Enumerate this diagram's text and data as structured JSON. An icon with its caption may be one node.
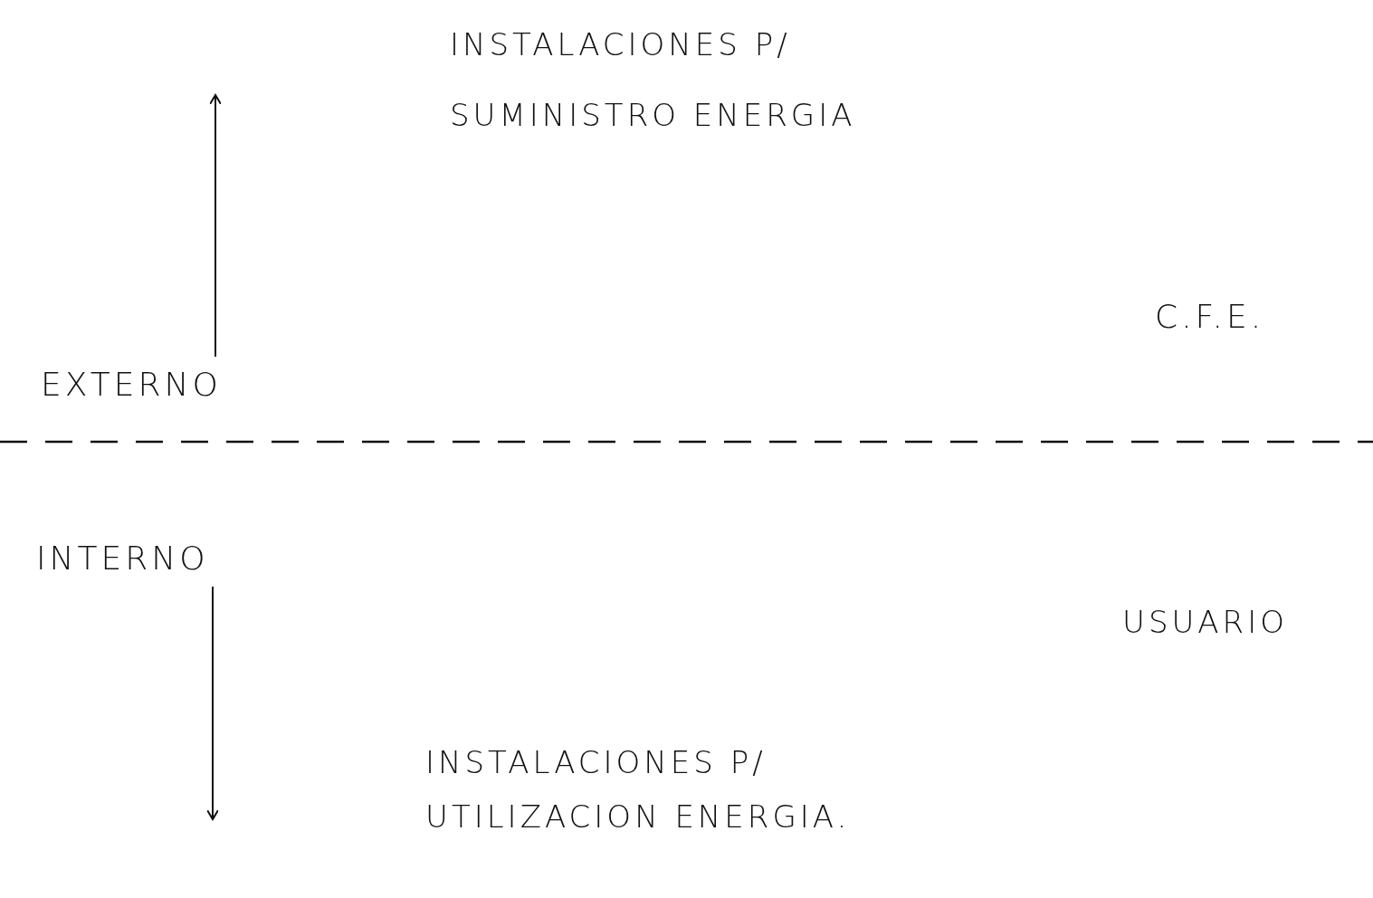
{
  "diagram": {
    "nodes": [
      {
        "text": [
          "INSTALACIONES P/ SUMINISTRO ENERGIA"
        ]
      },
      {
        "text": [
          "EXTERNO"
        ]
      },
      {
        "text": [
          "C.F.E."
        ]
      },
      {
        "text": [
          "INTERNO"
        ]
      },
      {
        "text": [
          "USUARIO"
        ]
      },
      {
        "text": [
          "INSTALACIONES P/ UTILIZACION ENERGIA."
        ]
      }
    ],
    "edges": [
      {
        "from": 1,
        "to": null,
        "arrow": "to"
      },
      {
        "from": 3,
        "to": null,
        "arrow": "to"
      }
    ]
  }
}
